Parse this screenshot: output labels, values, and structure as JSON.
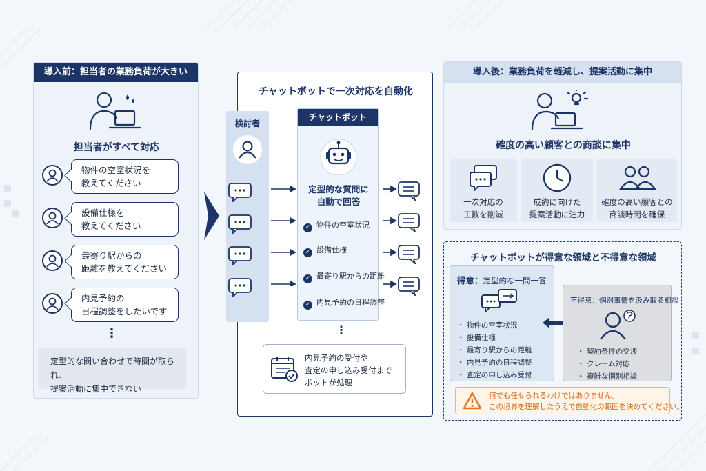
{
  "before": {
    "header": "導入前：担当者の業務負荷が大きい",
    "title": "担当者がすべて対応",
    "questions": [
      {
        "line1": "物件の空室状況を",
        "line2": "教えてください"
      },
      {
        "line1": "設備仕様を",
        "line2": "教えてください"
      },
      {
        "line1": "最寄り駅からの",
        "line2": "距離を教えてください"
      },
      {
        "line1": "内見予約の",
        "line2": "日程調整をしたいです"
      }
    ],
    "ellipsis": "⋮",
    "note_line1": "定型的な問い合わせで時間が取られ、",
    "note_line2": "提案活動に集中できない"
  },
  "middle": {
    "title": "チャットボットで一次対応を自動化",
    "inquirer_label": "検討者",
    "bot_label": "チャットボット",
    "bot_title_line1": "定型的な質問に",
    "bot_title_line2": "自動で回答",
    "check_items": [
      "物件の空室状況",
      "設備仕様",
      "最寄り駅からの距離",
      "内見予約の日程調整"
    ],
    "bottom_line1": "内見予約の受付や",
    "bottom_line2": "査定の申し込み受付まで",
    "bottom_line3": "ボットが処理"
  },
  "after": {
    "header": "導入後：業務負荷を軽減し、提案活動に集中",
    "title": "確度の高い顧客との商談に集中",
    "cards": [
      {
        "line1": "一次対応の",
        "line2": "工数を削減",
        "icon": "chat-icon"
      },
      {
        "line1": "成約に向けた",
        "line2": "提案活動に注力",
        "icon": "clock-icon"
      },
      {
        "line1": "確度の高い顧客との",
        "line2": "商談時間を確保",
        "icon": "people-icon"
      }
    ]
  },
  "scope": {
    "title": "チャットボットが得意な領域と不得意な領域",
    "good_label": "得意：",
    "good_desc": "定型的な一問一答",
    "good_items": [
      "物件の空室状況",
      "設備仕様",
      "最寄り駅からの距離",
      "内見予約の日程調整",
      "査定の申し込み受付"
    ],
    "bad_label": "不得意：個別事情を汲み取る相談",
    "bad_items": [
      "契約条件の交渉",
      "クレーム対応",
      "複雑な個別相談"
    ],
    "warn_line1": "何でも任せられるわけではありません。",
    "warn_line2": "この境界を理解したうえで自動化の範囲を決めてください。"
  },
  "colors": {
    "navy": "#1d3566",
    "light_blue": "#d5e1f1",
    "warn_orange": "#e8731b",
    "background": "#f3f6fa"
  }
}
